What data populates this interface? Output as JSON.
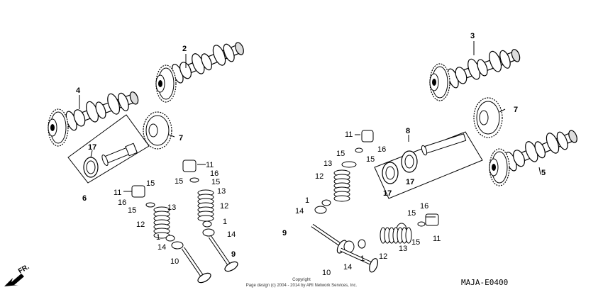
{
  "diagram": {
    "code": "MAJA-E0400",
    "front_label": "FR.",
    "copyright_line1": "Copyright",
    "copyright_line2": "Page design (c) 2004 - 2014 by ARI Network Services, Inc.",
    "callouts": {
      "c2": "2",
      "c3": "3",
      "c4": "4",
      "c5": "5",
      "c6": "6",
      "c7a": "7",
      "c7b": "7",
      "c8": "8",
      "c17a": "17",
      "c17b": "17",
      "c17c": "17",
      "c11a": "11",
      "c11b": "11",
      "c11c": "11",
      "c11d": "11",
      "c16a": "16",
      "c16b": "16",
      "c16c": "16",
      "c16d": "16",
      "c15a": "15",
      "c15b": "15",
      "c15c": "15",
      "c15d": "15",
      "c15e": "15",
      "c15f": "15",
      "c15g": "15",
      "c15h": "15",
      "c13a": "13",
      "c13b": "13",
      "c13c": "13",
      "c13d": "13",
      "c12a": "12",
      "c12b": "12",
      "c12c": "12",
      "c12d": "12",
      "c1a": "1",
      "c1b": "1",
      "c1c": "1",
      "c1d": "1",
      "c14a": "14",
      "c14b": "14",
      "c14c": "14",
      "c14d": "14",
      "c10a": "10",
      "c10b": "10",
      "c9a": "9",
      "c9b": "9"
    }
  }
}
